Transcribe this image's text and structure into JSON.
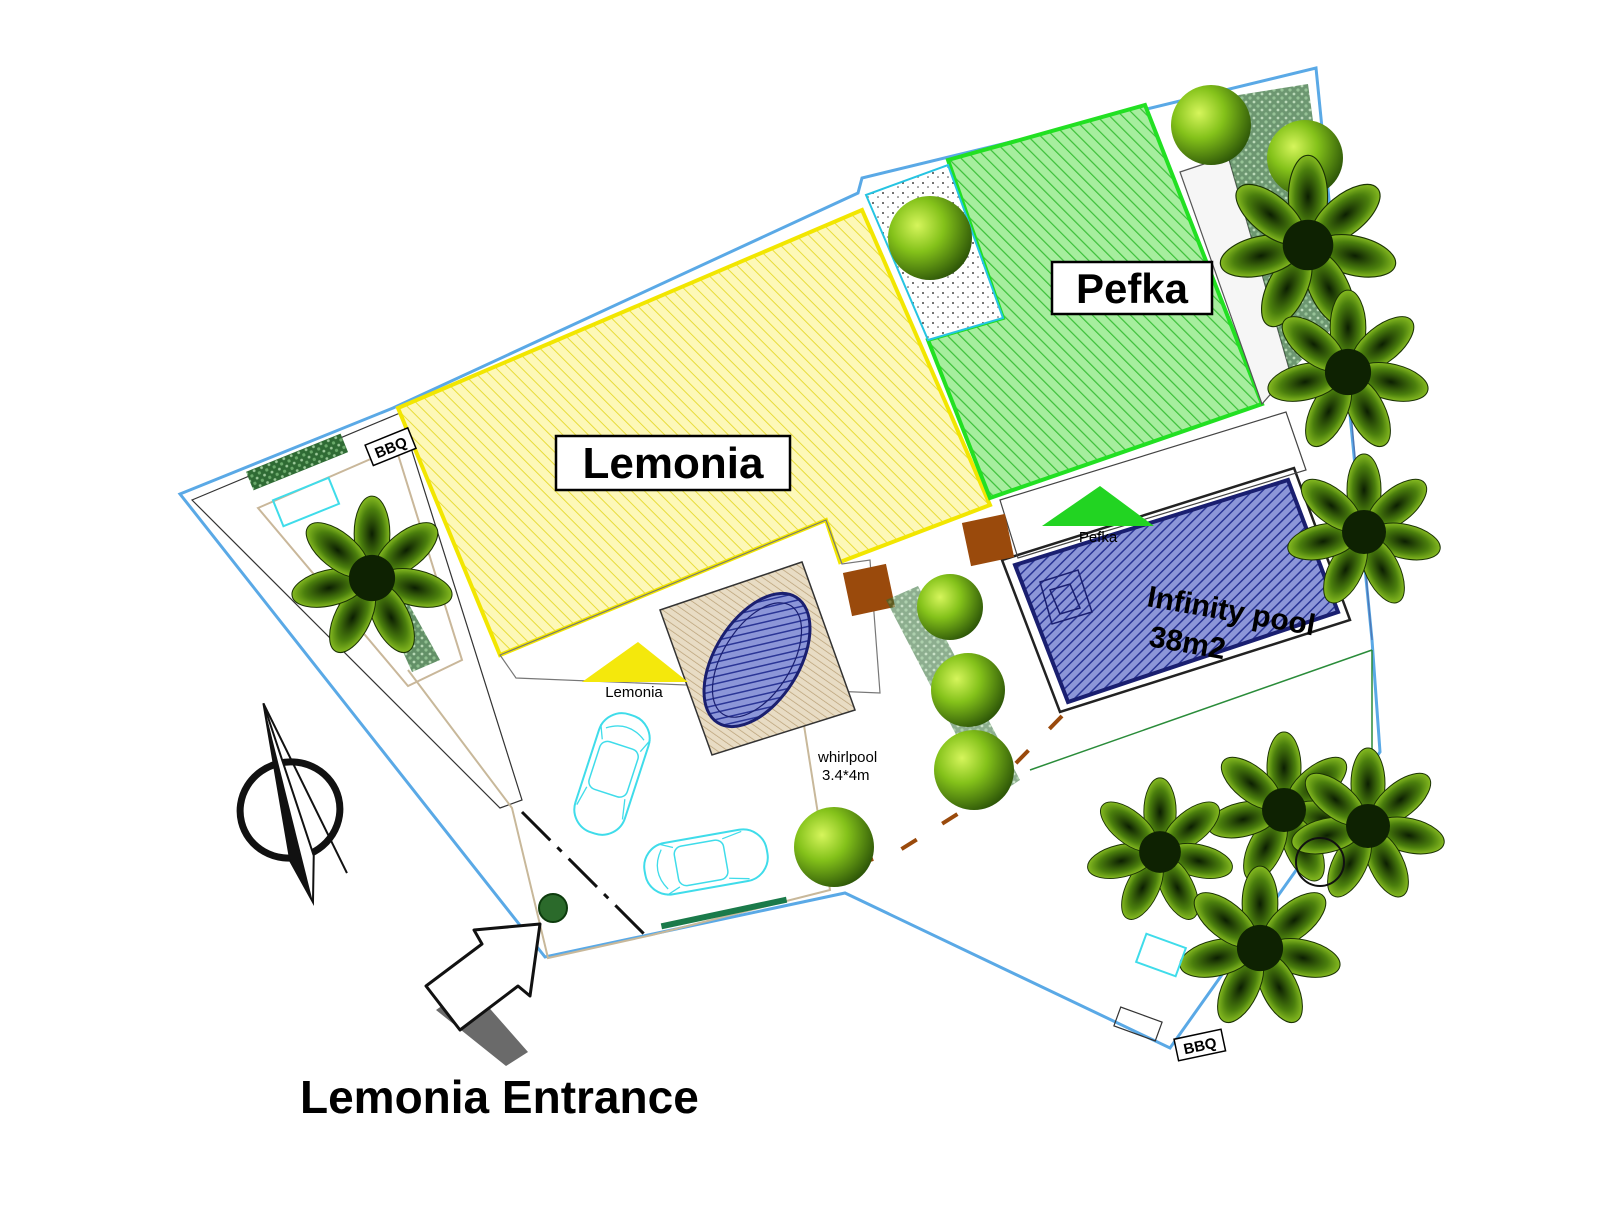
{
  "labels": {
    "lemonia_house": "Lemonia",
    "pefka_house": "Pefka",
    "lemonia_marker": "Lemonia",
    "pefka_marker": "Pefka",
    "infinity_pool_line1": "Infinity pool",
    "infinity_pool_line2": "38m2",
    "whirlpool_line1": "whirlpool",
    "whirlpool_line2": "3.4*4m",
    "bbq_left": "BBQ",
    "bbq_right": "BBQ",
    "entrance": "Lemonia Entrance"
  },
  "colors": {
    "lemonia_fill": "#fbf49a",
    "lemonia_outline": "#f2e600",
    "pefka_fill": "#7de37a",
    "pefka_outline": "#22e022",
    "pool_fill": "#4a58b8",
    "site_boundary": "#5aa9e6",
    "tree_dark": "#1f3d05",
    "tree_light": "#8ccf1a",
    "marker_yellow": "#f4e80c",
    "marker_green": "#22d422",
    "brown": "#9a4a0c",
    "car_outline": "#3fdcea"
  },
  "icons": [
    "north-arrow-icon",
    "entrance-arrow-icon",
    "palm-tree-icon",
    "round-tree-icon",
    "car-icon"
  ]
}
